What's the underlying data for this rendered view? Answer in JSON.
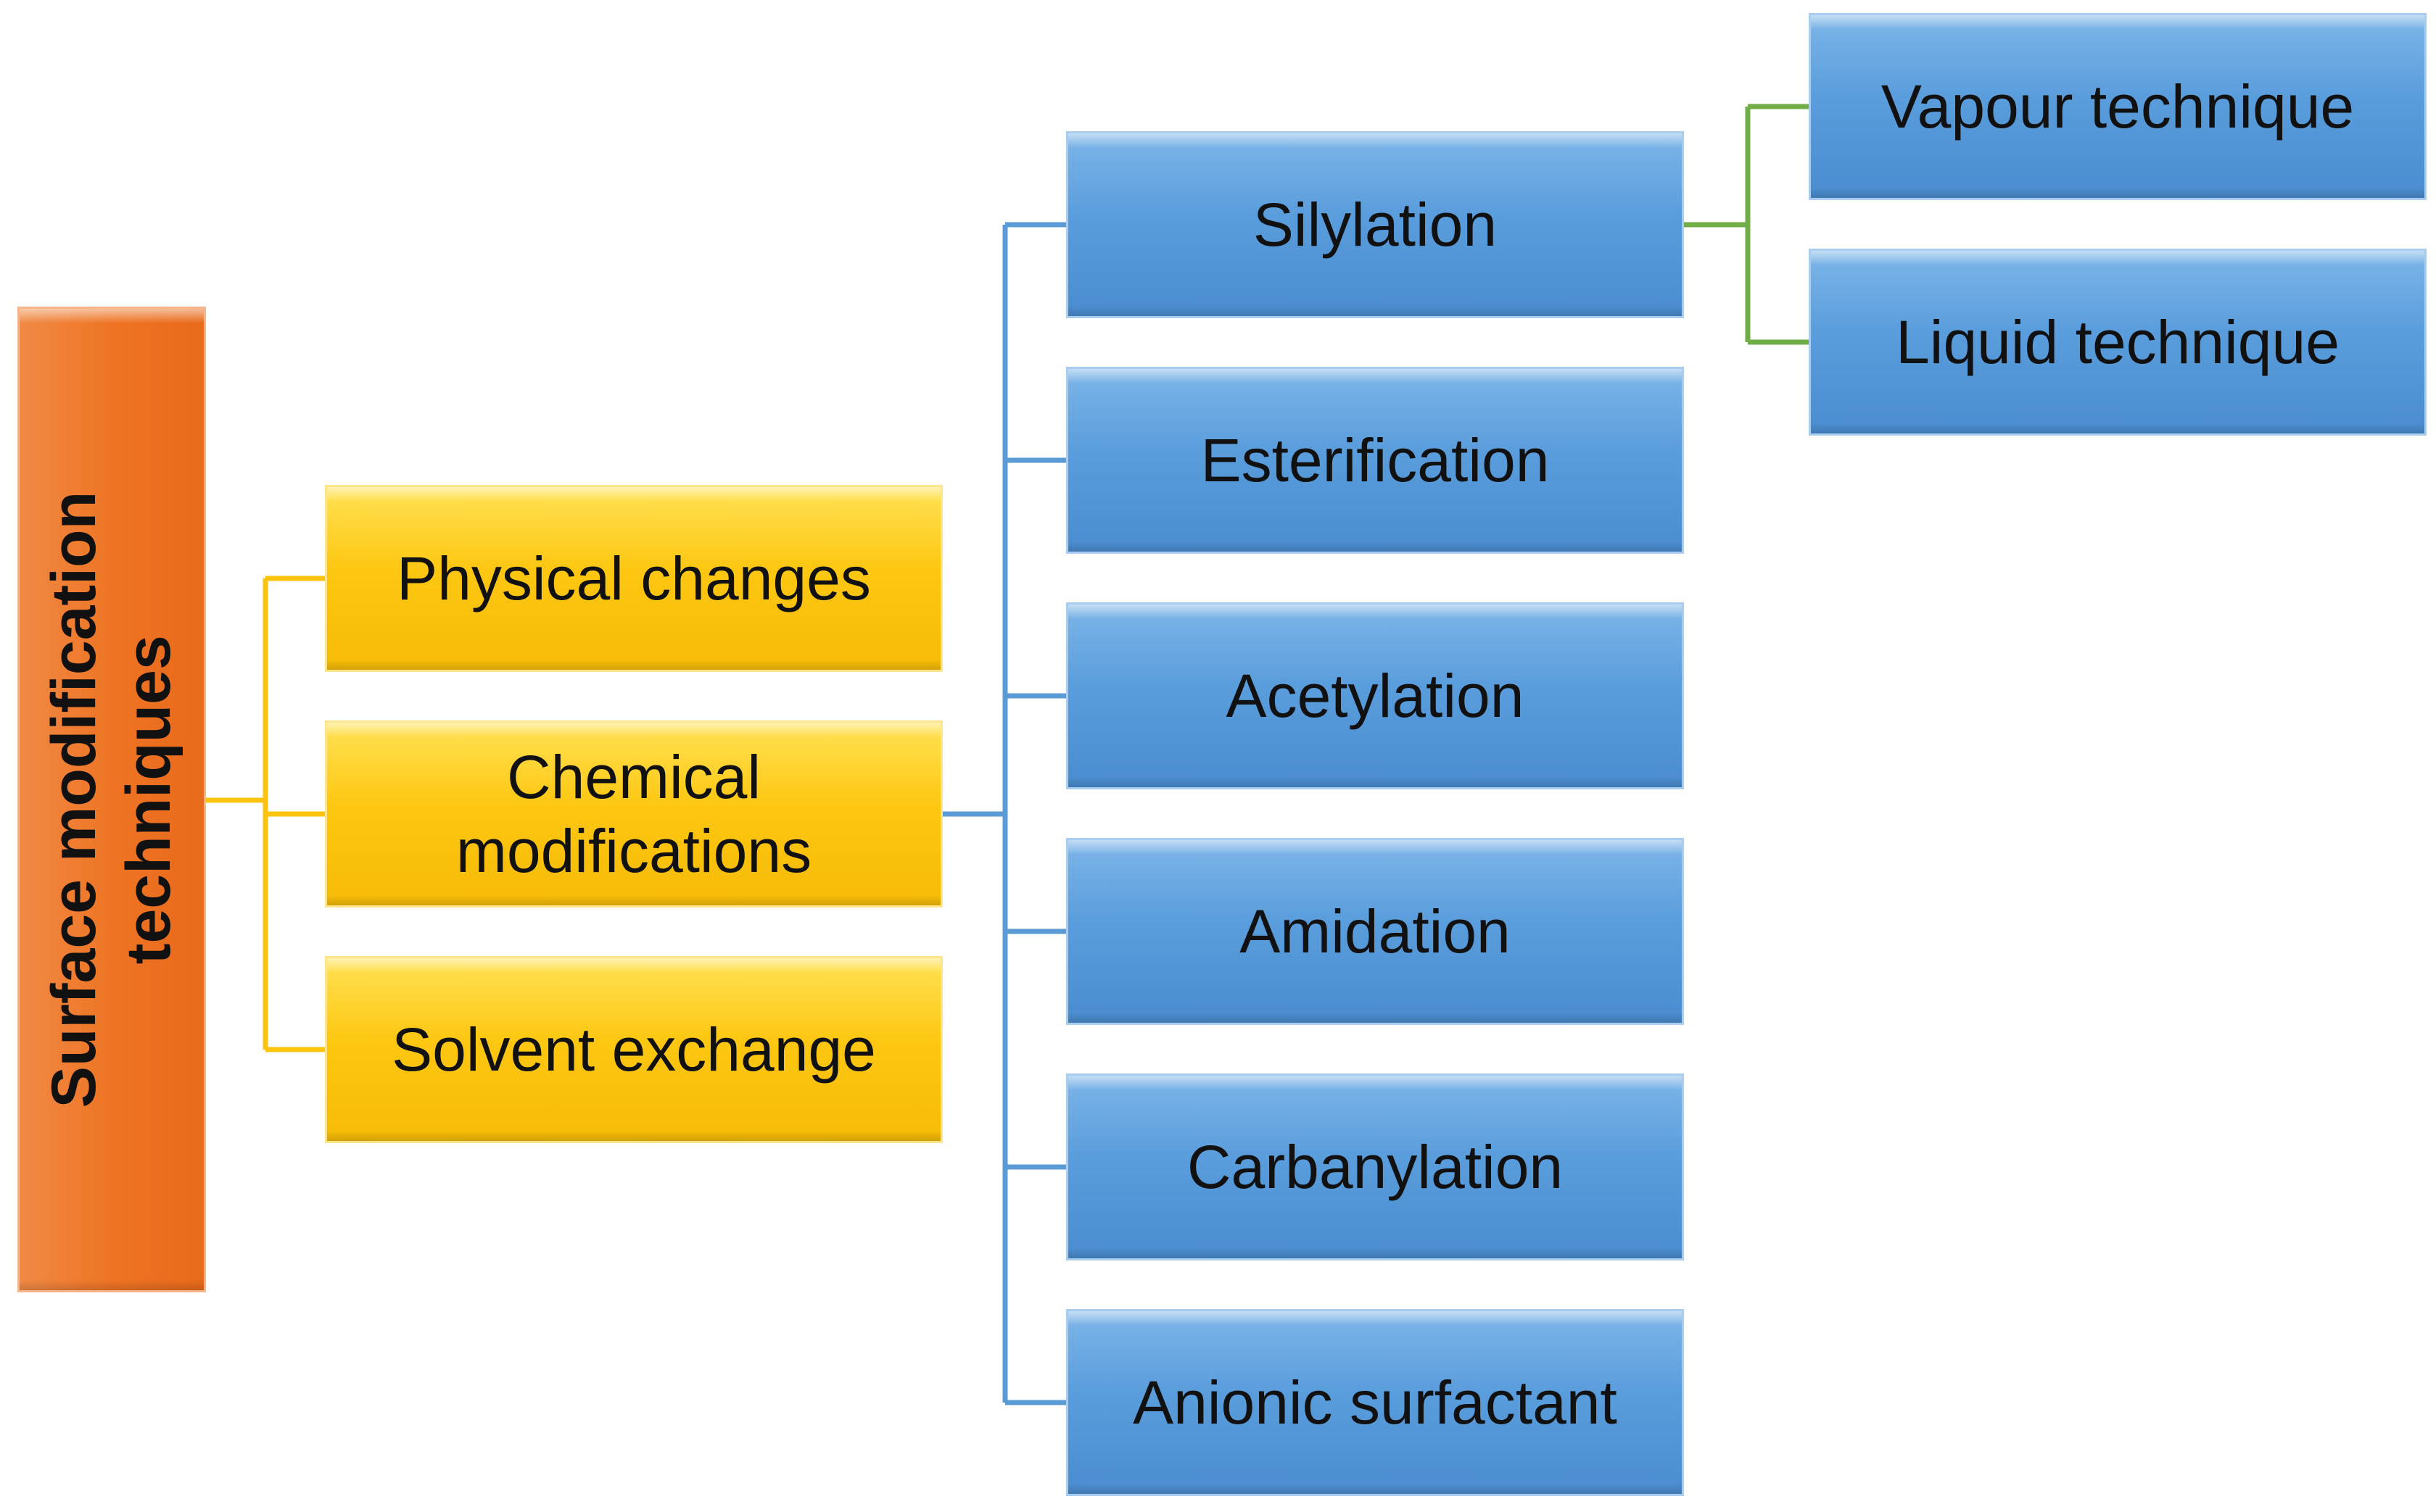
{
  "root": {
    "label_line1": "Surface modification",
    "label_line2": "techniques"
  },
  "level1": {
    "physical": "Physical changes",
    "chemical_line1": "Chemical",
    "chemical_line2": "modifications",
    "solvent": "Solvent exchange"
  },
  "level2": {
    "silylation": "Silylation",
    "esterification": "Esterification",
    "acetylation": "Acetylation",
    "amidation": "Amidation",
    "carbanylation": "Carbanylation",
    "anionic": "Anionic surfactant"
  },
  "level3": {
    "vapour": "Vapour technique",
    "liquid": "Liquid technique"
  },
  "colors": {
    "root": "#ee7424",
    "level1": "#fdc712",
    "level2": "#5a9ddc",
    "connector_root": "#fdc30f",
    "connector_chemical": "#5b9bd5",
    "connector_silylation": "#70ad47"
  }
}
